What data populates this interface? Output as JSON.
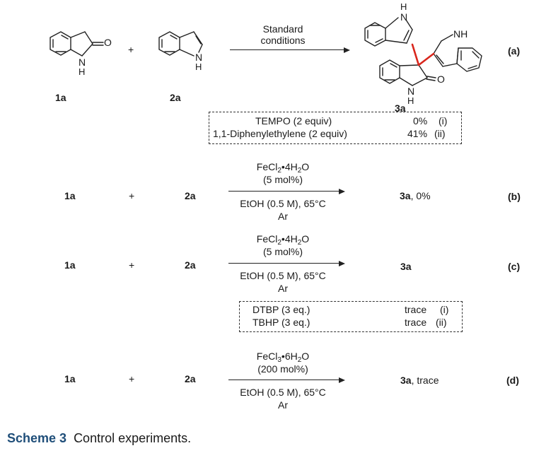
{
  "compounds": {
    "r1": "1a",
    "r2": "2a",
    "product": "3a",
    "plus": "+",
    "r1_carbonyl_O": "O",
    "r1_NH_N": "N",
    "r1_NH_H": "H",
    "r2_N": "N",
    "r2_H": "H",
    "prod_top_N": "N",
    "prod_top_H": "H",
    "prod_right_NH": "NH",
    "prod_oxindole_N": "N",
    "prod_oxindole_H": "H",
    "prod_O": "O"
  },
  "rxn_a": {
    "cond_line1": "Standard",
    "cond_line2": "conditions",
    "label": "(a)",
    "additives": [
      {
        "name": "TEMPO (2 equiv)",
        "yield": "0%",
        "tag": "(i)"
      },
      {
        "name": "1,1-Diphenylethylene (2 equiv)",
        "yield": "41%",
        "tag": "(ii)"
      }
    ]
  },
  "rxn_b": {
    "cat_prefix": "FeCl",
    "cat_sub1": "2",
    "cat_mid": "•4H",
    "cat_sub2": "2",
    "cat_suffix": "O",
    "loading": "(5 mol%)",
    "solvent": "EtOH (0.5 M), 65°C",
    "atm": "Ar",
    "result_suffix": ", 0%",
    "label": "(b)"
  },
  "rxn_c": {
    "cat_prefix": "FeCl",
    "cat_sub1": "2",
    "cat_mid": "•4H",
    "cat_sub2": "2",
    "cat_suffix": "O",
    "loading": "(5 mol%)",
    "solvent": "EtOH (0.5 M), 65°C",
    "atm": "Ar",
    "label": "(c)",
    "additives": [
      {
        "name": "DTBP (3 eq.)",
        "yield": "trace",
        "tag": "(i)"
      },
      {
        "name": "TBHP (3 eq.)",
        "yield": "trace",
        "tag": "(ii)"
      }
    ]
  },
  "rxn_d": {
    "cat_prefix": "FeCl",
    "cat_sub1": "3",
    "cat_mid": "•6H",
    "cat_sub2": "2",
    "cat_suffix": "O",
    "loading": "(200 mol%)",
    "solvent": "EtOH (0.5 M), 65°C",
    "atm": "Ar",
    "result_suffix": ", trace",
    "label": "(d)"
  },
  "caption": {
    "label": "Scheme 3",
    "text": "Control experiments."
  },
  "colors": {
    "ink": "#1a1a1a",
    "highlight_bond": "#d9261c",
    "caption_label": "#1f4e79"
  }
}
